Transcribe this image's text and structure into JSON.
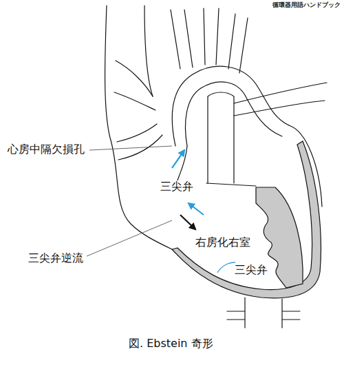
{
  "diagram": {
    "caption": "図. Ebstein 奇形",
    "labels": [
      "循環器用語ハンドブック",
      "心房中隔欠損孔",
      "三尖弁",
      "右房化右室",
      "三尖弁",
      "三尖弁逆流"
    ]
  }
}
